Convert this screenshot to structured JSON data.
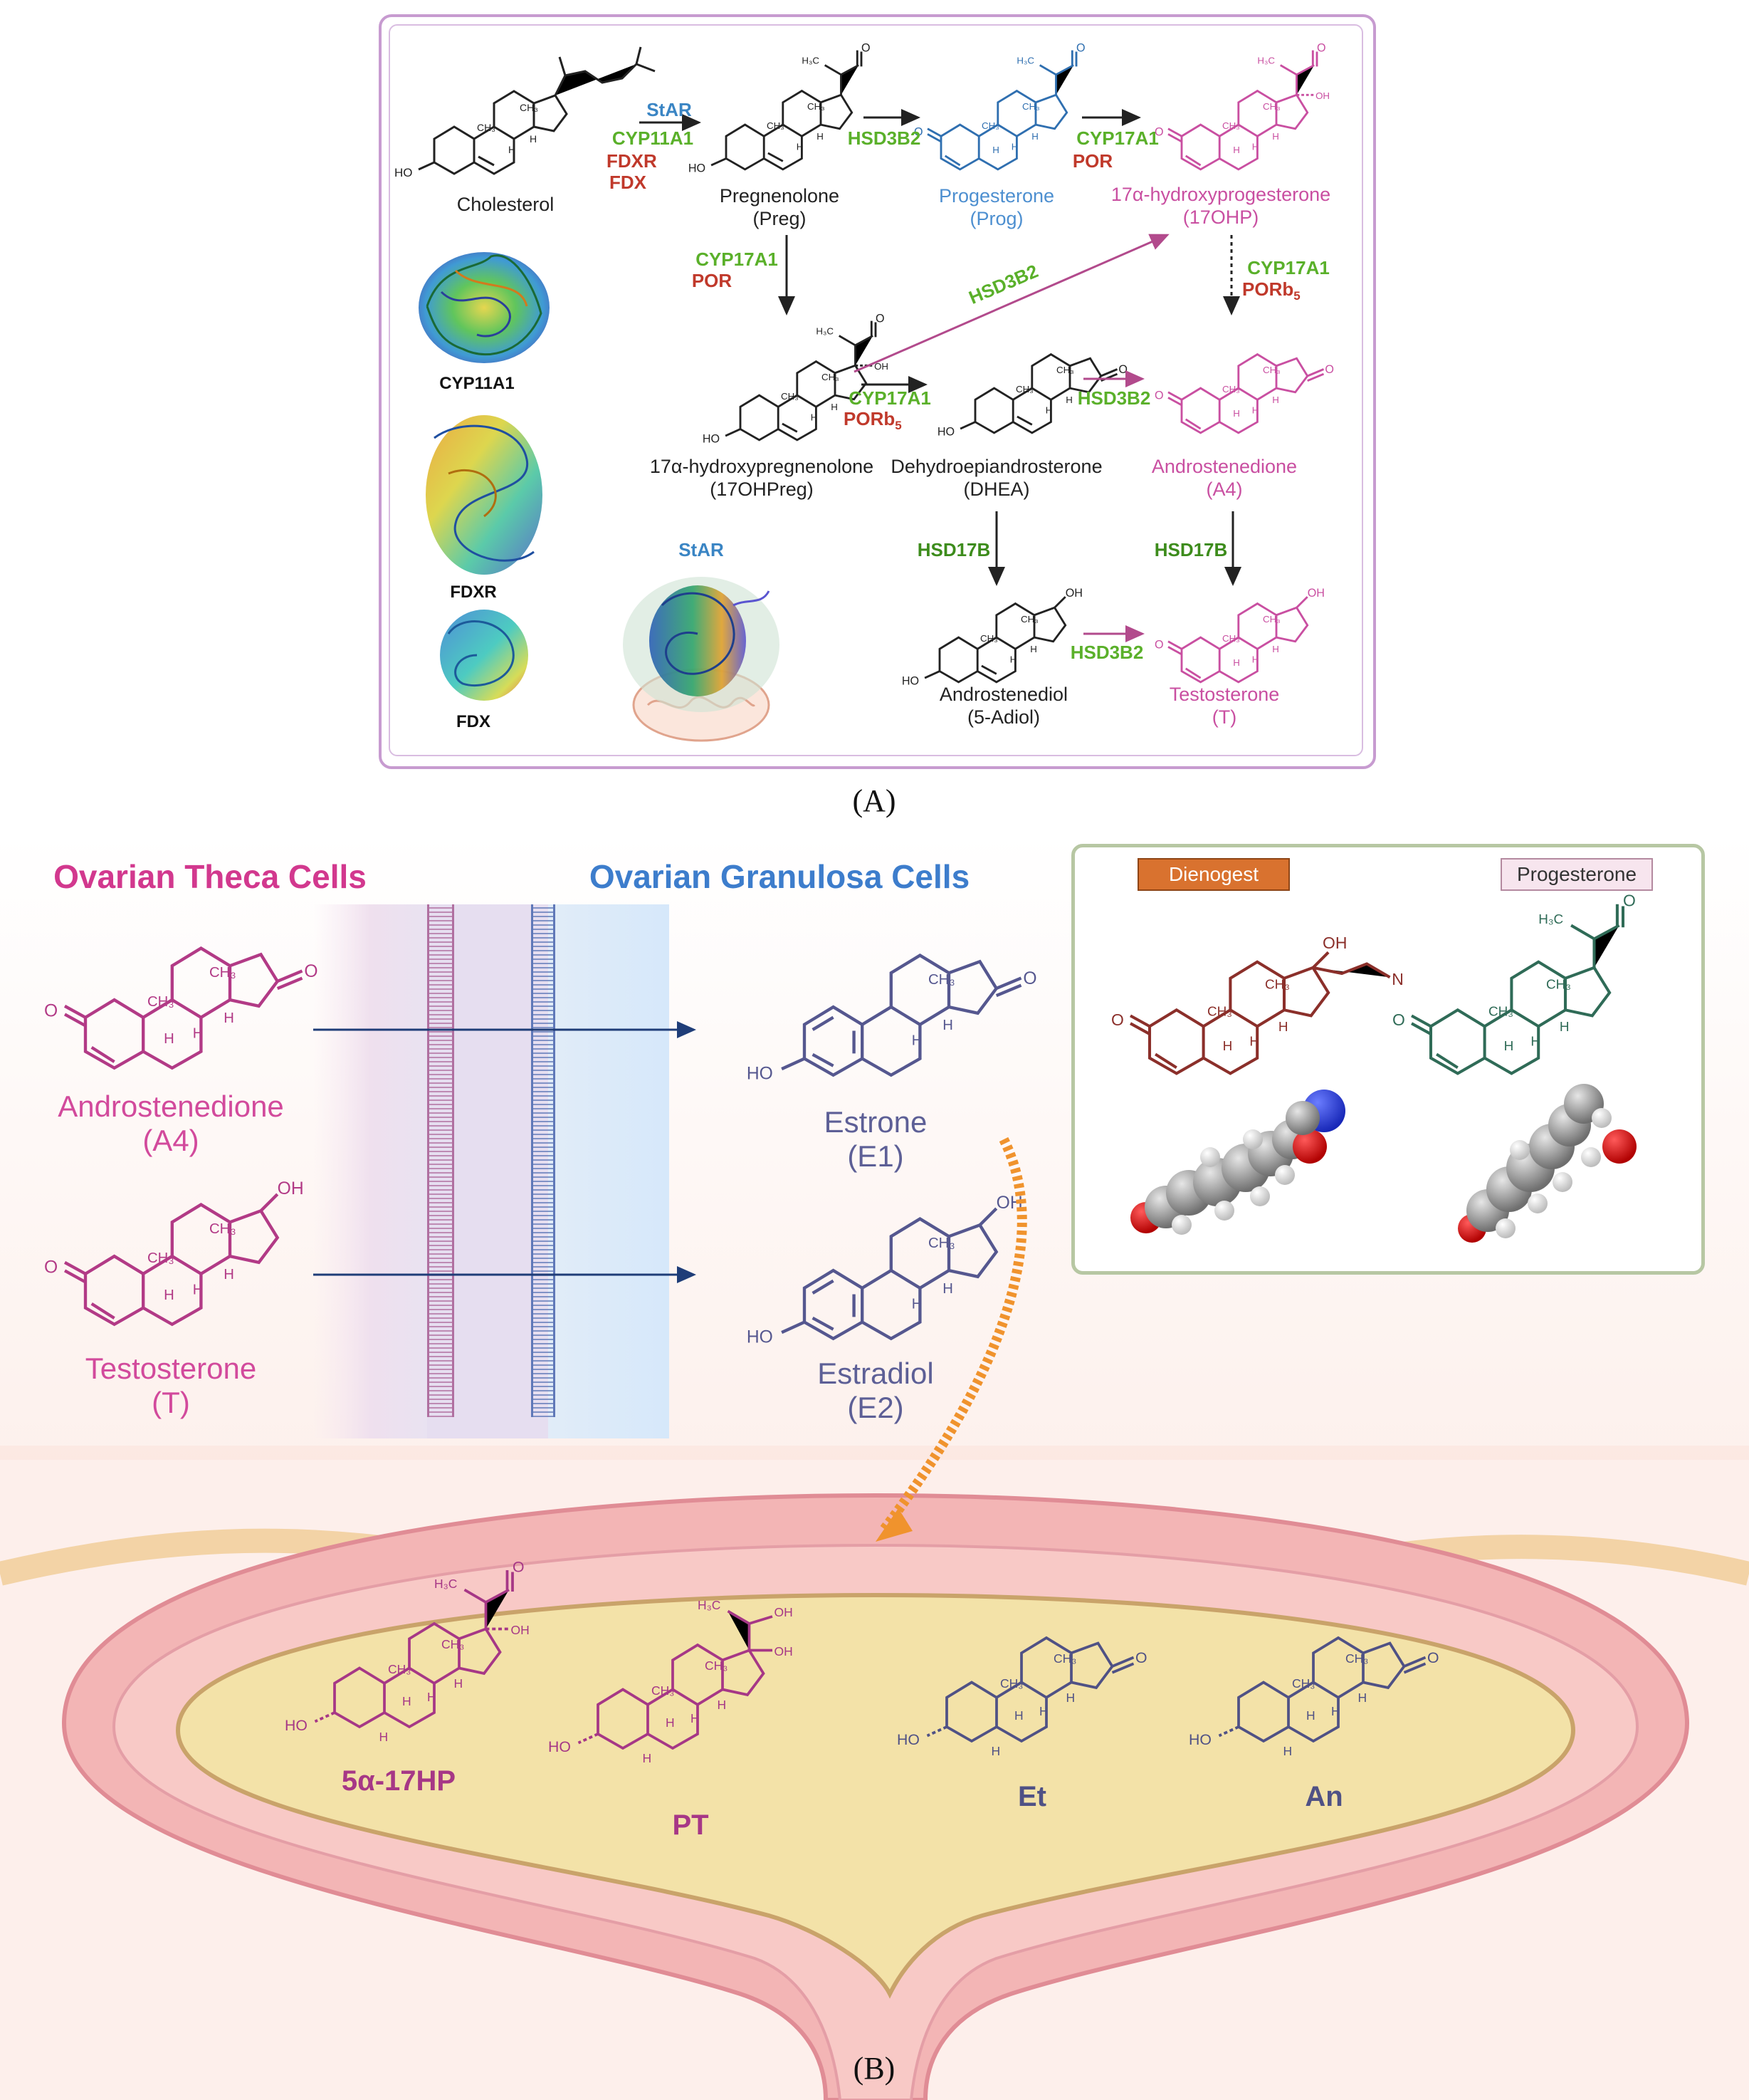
{
  "panelA": {
    "tag": "(A)",
    "compounds": {
      "cholesterol": "Cholesterol",
      "preg_name": "Pregnenolone",
      "preg_abbr": "(Preg)",
      "prog_name": "Progesterone",
      "prog_abbr": "(Prog)",
      "ohp_name": "17α-hydroxyprogesterone",
      "ohp_abbr": "(17OHP)",
      "ohpreg_name": "17α-hydroxypregnenolone",
      "ohpreg_abbr": "(17OHPreg)",
      "dhea_name": "Dehydroepiandrosterone",
      "dhea_abbr": "(DHEA)",
      "a4_name": "Androstenedione",
      "a4_abbr": "(A4)",
      "adiol_name": "Androstenediol",
      "adiol_abbr": "(5-Adiol)",
      "t_name": "Testosterone",
      "t_abbr": "(T)"
    },
    "enzymes": {
      "star_1": "StAR",
      "cyp11a1": "CYP11A1",
      "fdxr": "FDXR",
      "fdx": "FDX",
      "hsd3b2_1": "HSD3B2",
      "cyp17a1_1": "CYP17A1",
      "por_1": "POR",
      "cyp17a1_2": "CYP17A1",
      "por_2": "POR",
      "hsd3b2_diag": "HSD3B2",
      "cyp17a1_3": "CYP17A1",
      "porb5_1": "PORb",
      "porb5_1_sub": "5",
      "cyp17a1_4": "CYP17A1",
      "porb5_2": "PORb",
      "porb5_2_sub": "5",
      "hsd3b2_2": "HSD3B2",
      "hsd17b_1": "HSD17B",
      "hsd17b_2": "HSD17B",
      "hsd3b2_3": "HSD3B2"
    },
    "proteins": {
      "cyp11a1": "CYP11A1",
      "fdxr": "FDXR",
      "fdx": "FDX",
      "star": "StAR"
    },
    "colors": {
      "frame": "#c79bd0",
      "magenta": "#c94fa1",
      "green": "#5ab02a",
      "red": "#c0392b",
      "blue": "#3a85c4"
    }
  },
  "panelB": {
    "tag": "(B)",
    "theca_header": "Ovarian Theca Cells",
    "granulosa_header": "Ovarian Granulosa Cells",
    "a4_name": "Androstenedione",
    "a4_abbr": "(A4)",
    "t_name": "Testosterone",
    "t_abbr": "(T)",
    "e1_name": "Estrone",
    "e1_abbr": "(E1)",
    "e2_name": "Estradiol",
    "e2_abbr": "(E2)",
    "inset": {
      "dienogest": "Dienogest",
      "progesterone": "Progesterone"
    },
    "metabolites": {
      "m1": "5α-17HP",
      "m2": "PT",
      "m3": "Et",
      "m4": "An"
    },
    "colors": {
      "theca": "#d2388e",
      "granulosa": "#3d7dcc",
      "arrow": "#1f3d78",
      "orange_arrow": "#f0932d",
      "dienogest_tag": "#d9722f",
      "inset_frame": "#b7c7a3"
    }
  }
}
